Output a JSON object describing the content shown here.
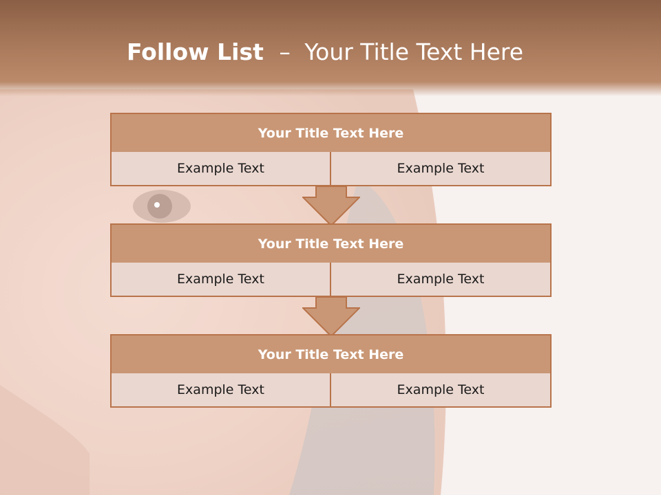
{
  "slide": {
    "title_bold": "Follow List",
    "title_separator": "–",
    "title_rest": "Your Title Text Here"
  },
  "blocks": [
    {
      "title": "Your Title Text Here",
      "cells": [
        "Example Text",
        "Example Text"
      ]
    },
    {
      "title": "Your Title Text Here",
      "cells": [
        "Example Text",
        "Example Text"
      ]
    },
    {
      "title": "Your Title Text Here",
      "cells": [
        "Example Text",
        "Example Text"
      ]
    }
  ],
  "colors": {
    "header": "#a8785a",
    "block_title_fill": "#c99776",
    "block_border": "#b8734a",
    "cell_fill": "#ead7d0",
    "arrow_fill": "#c99776"
  },
  "icons": [
    "down-arrow-icon"
  ]
}
